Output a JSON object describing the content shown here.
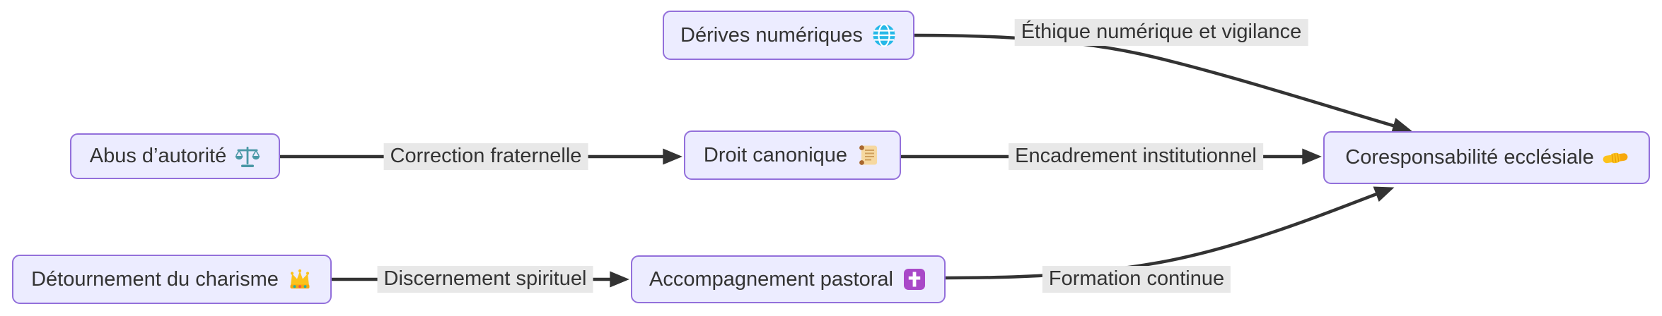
{
  "diagram": {
    "type": "flowchart",
    "direction": "LR",
    "colors": {
      "background": "#ffffff",
      "node_fill": "#ECECFF",
      "node_border": "#9370DB",
      "edge_line": "#333333",
      "edge_label_background": "#e8e8e8",
      "text": "#333333"
    },
    "nodes": {
      "derives": {
        "label": "Dérives numériques",
        "icon": "globe-icon",
        "emoji": "🌐"
      },
      "abus": {
        "label": "Abus d’autorité",
        "icon": "scales-icon",
        "emoji": "⚖️"
      },
      "droit": {
        "label": "Droit canonique",
        "icon": "scroll-icon",
        "emoji": "📜"
      },
      "coresponsabilite": {
        "label": "Coresponsabilité ecclésiale",
        "icon": "handshake-icon",
        "emoji": "🤝"
      },
      "detournement": {
        "label": "Détournement du charisme",
        "icon": "crown-icon",
        "emoji": "👑"
      },
      "accompagnement": {
        "label": "Accompagnement pastoral",
        "icon": "cross-icon",
        "emoji": "✝️"
      }
    },
    "edges": [
      {
        "from": "Dérives numériques",
        "to": "Coresponsabilité ecclésiale",
        "label": "Éthique numérique et vigilance"
      },
      {
        "from": "Abus d’autorité",
        "to": "Droit canonique",
        "label": "Correction fraternelle"
      },
      {
        "from": "Droit canonique",
        "to": "Coresponsabilité ecclésiale",
        "label": "Encadrement institutionnel"
      },
      {
        "from": "Détournement du charisme",
        "to": "Accompagnement pastoral",
        "label": "Discernement spirituel"
      },
      {
        "from": "Accompagnement pastoral",
        "to": "Coresponsabilité ecclésiale",
        "label": "Formation continue"
      }
    ]
  }
}
